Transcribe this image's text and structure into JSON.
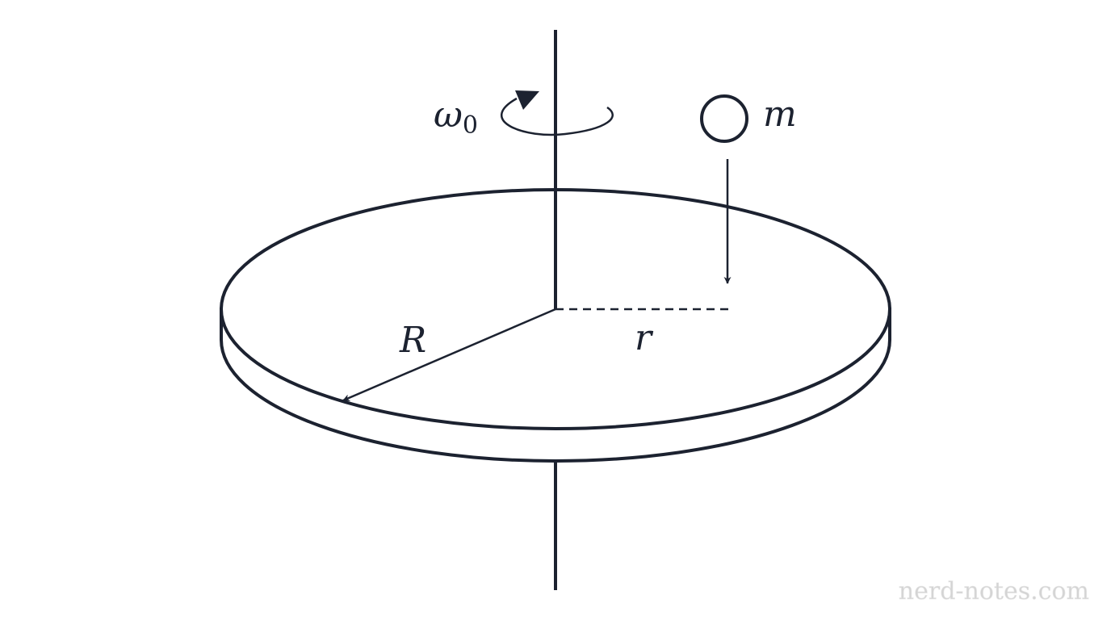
{
  "labels": {
    "angular_velocity": "ω",
    "angular_velocity_subscript": "0",
    "mass": "m",
    "disk_radius": "R",
    "drop_radius": "r"
  },
  "watermark": "nerd-notes.com",
  "colors": {
    "ink": "#1c2230",
    "watermark": "#d4d4d4"
  }
}
